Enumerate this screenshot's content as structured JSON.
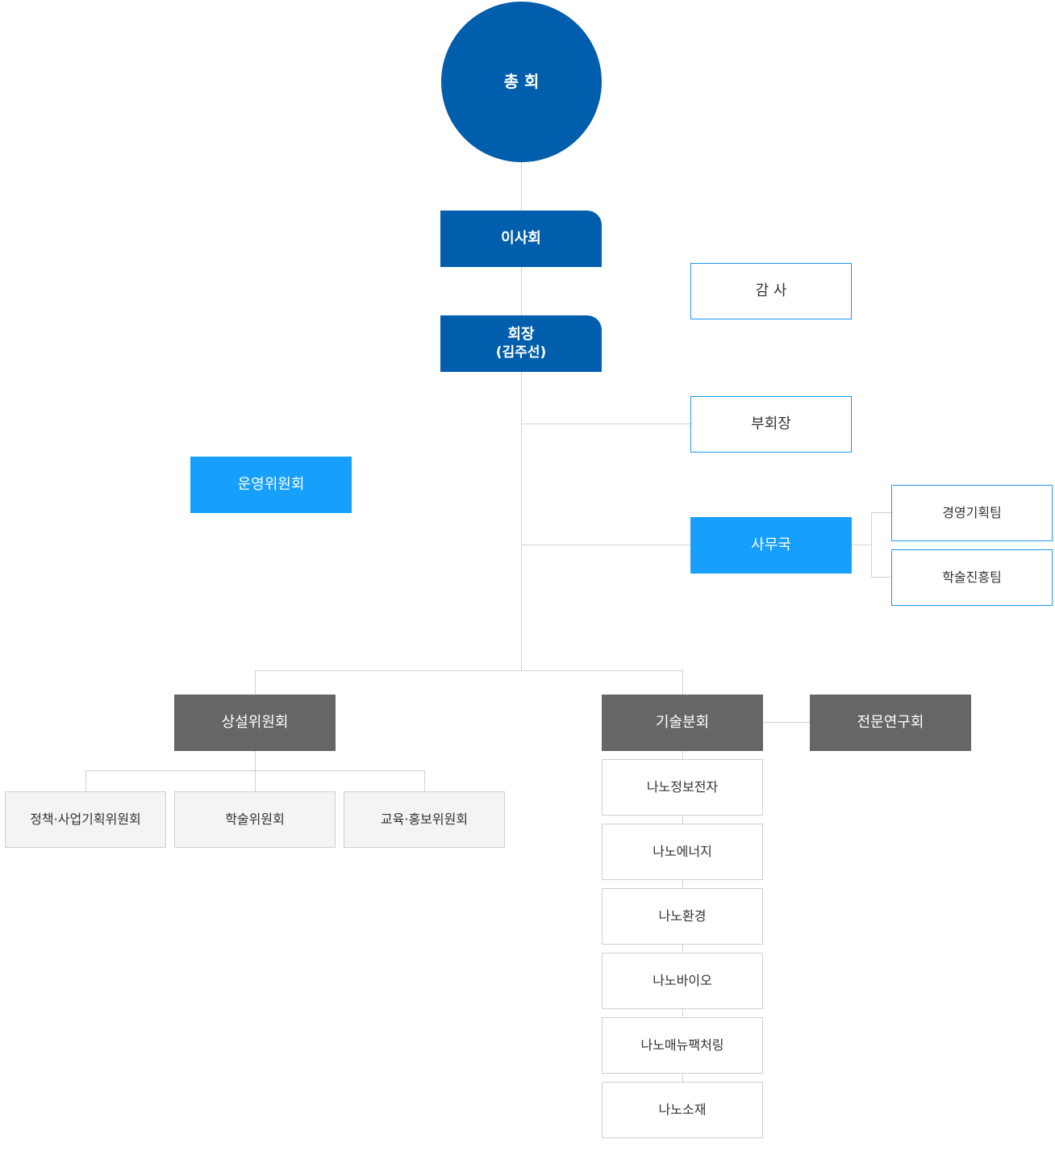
{
  "general_assembly": "총 회",
  "board": "이사회",
  "auditor": "감 사",
  "president": {
    "title": "회장",
    "name": "(김주선)"
  },
  "vice_president": "부회장",
  "steering_committee": "운영위원회",
  "secretariat": {
    "label": "사무국",
    "teams": [
      "경영기획팀",
      "학술진흥팀"
    ]
  },
  "standing_committee": {
    "label": "상설위원회",
    "members": [
      "정책·사업기획위원회",
      "학술위원회",
      "교육·홍보위원회"
    ]
  },
  "technical_division": {
    "label": "기술분회",
    "divisions": [
      "나노정보전자",
      "나노에너지",
      "나노환경",
      "나노바이오",
      "나노매뉴팩처링",
      "나노소재"
    ]
  },
  "research_group": "전문연구회"
}
